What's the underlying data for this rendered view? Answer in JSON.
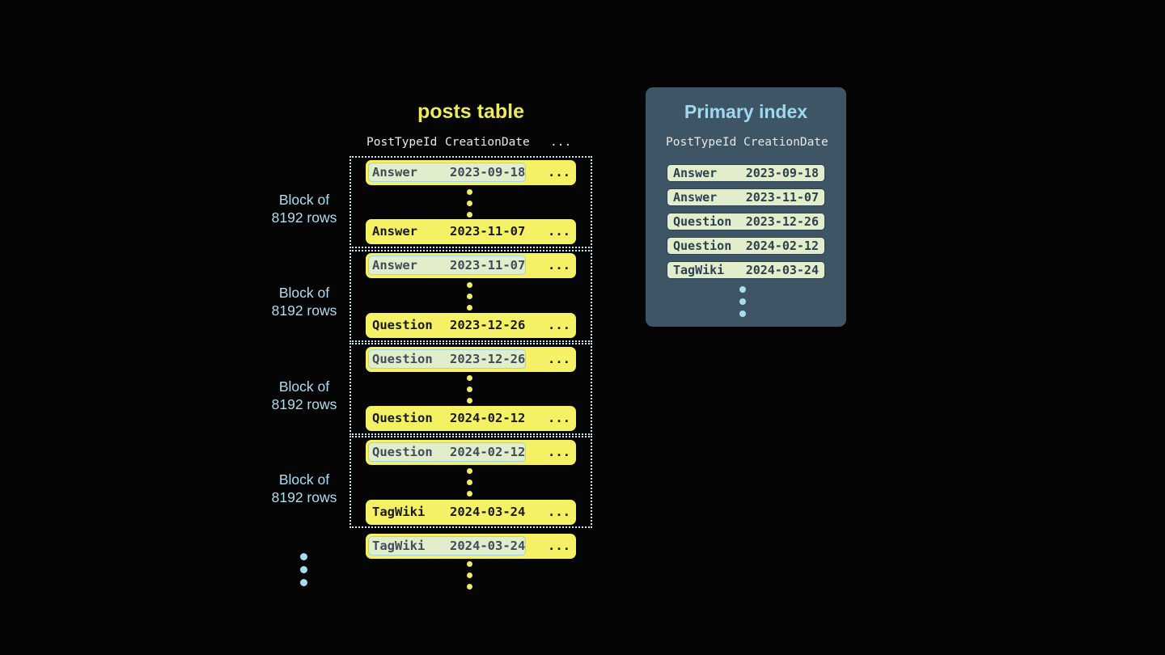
{
  "colors": {
    "background": "#050505",
    "row_yellow": "#f4f164",
    "row_text": "#191919",
    "highlight_fill": "#e2eecb",
    "highlight_border": "#9ed2e4",
    "highlight_text": "#3d4d5a",
    "accent_blue": "#a9dcf1",
    "title_yellow": "#edea5c",
    "panel_background": "#3d5565",
    "panel_title_blue": "#9fd8ef",
    "header_text": "#e9e8e4",
    "index_row_fill": "#e2eecb",
    "index_row_text": "#2c4150",
    "dotted_border": "#cfe9f4"
  },
  "posts_table": {
    "title": "posts table",
    "headers": {
      "col1": "PostTypeId",
      "col2": "CreationDate",
      "col3": "..."
    },
    "block_label": {
      "line1": "Block of",
      "line2": "8192 rows"
    },
    "ellipsis": "...",
    "blocks": [
      {
        "first": {
          "type": "Answer",
          "date": "2023-09-18"
        },
        "last": {
          "type": "Answer",
          "date": "2023-11-07"
        }
      },
      {
        "first": {
          "type": "Answer",
          "date": "2023-11-07"
        },
        "last": {
          "type": "Question",
          "date": "2023-12-26"
        }
      },
      {
        "first": {
          "type": "Question",
          "date": "2023-12-26"
        },
        "last": {
          "type": "Question",
          "date": "2024-02-12"
        }
      },
      {
        "first": {
          "type": "Question",
          "date": "2024-02-12"
        },
        "last": {
          "type": "TagWiki",
          "date": "2024-03-24"
        }
      }
    ],
    "overflow_row": {
      "type": "TagWiki",
      "date": "2024-03-24"
    }
  },
  "primary_index": {
    "title": "Primary index",
    "headers": {
      "col1": "PostTypeId",
      "col2": "CreationDate"
    },
    "rows": [
      {
        "type": "Answer",
        "date": "2023-09-18"
      },
      {
        "type": "Answer",
        "date": "2023-11-07"
      },
      {
        "type": "Question",
        "date": "2023-12-26"
      },
      {
        "type": "Question",
        "date": "2024-02-12"
      },
      {
        "type": "TagWiki",
        "date": "2024-03-24"
      }
    ]
  }
}
